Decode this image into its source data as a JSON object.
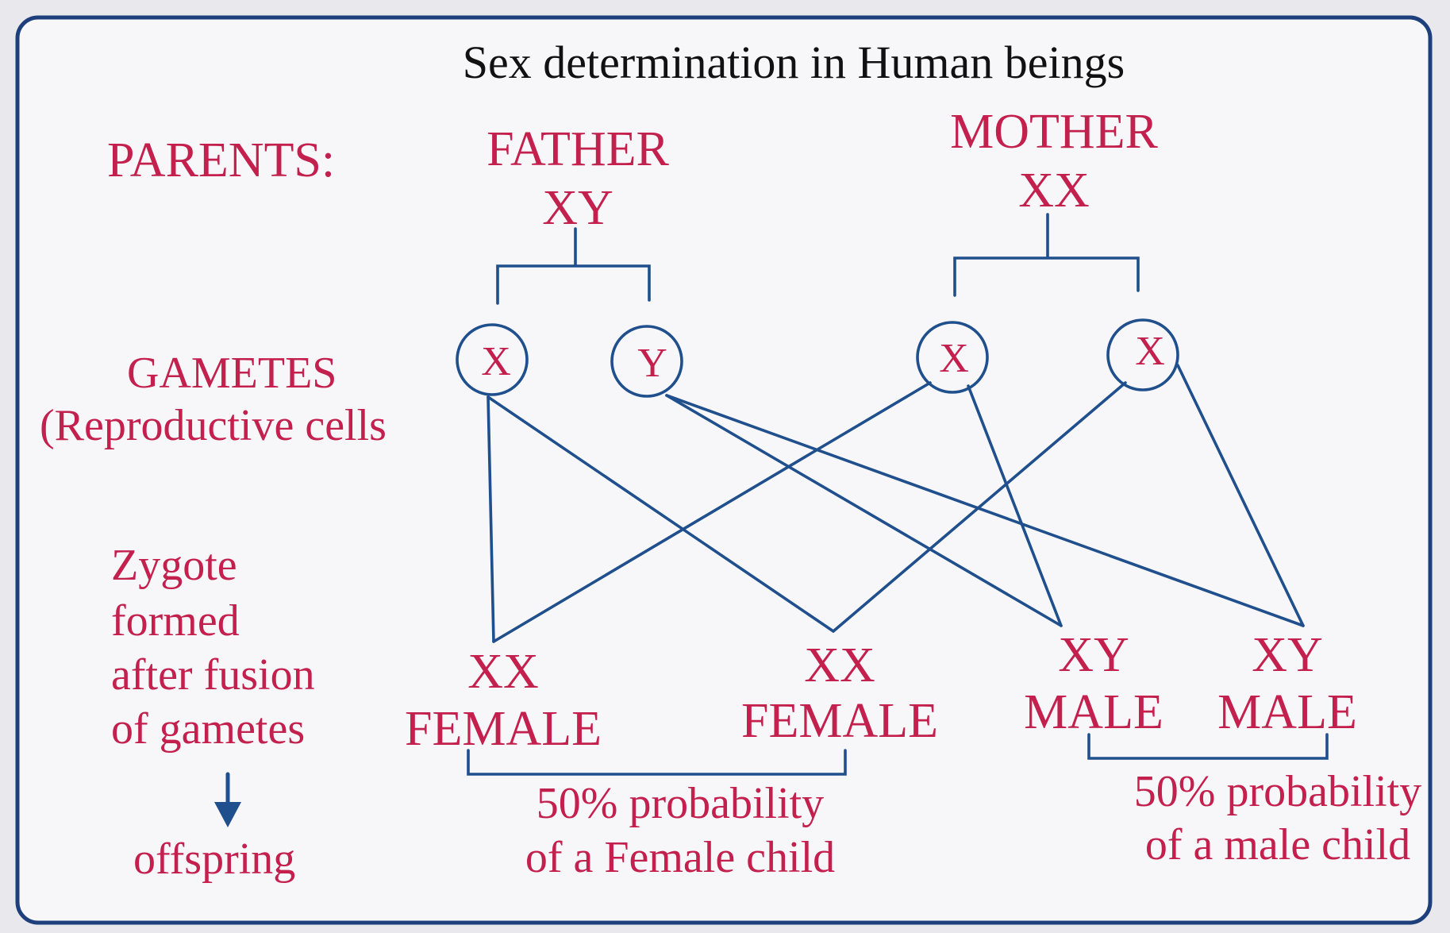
{
  "title": "Sex determination in Human beings",
  "labels": {
    "parents": "PARENTS:",
    "gametes": "GAMETES",
    "reproductive_cells": "(Reproductive cells",
    "zygote_lines": [
      "Zygote",
      "formed",
      "after fusion",
      "of gametes"
    ],
    "offspring": "offspring"
  },
  "parents": {
    "father": {
      "label": "FATHER",
      "genotype": "XY"
    },
    "mother": {
      "label": "MOTHER",
      "genotype": "XX"
    }
  },
  "gametes": [
    "X",
    "Y",
    "X",
    "X"
  ],
  "zygotes": [
    {
      "genotype": "XX",
      "sex": "FEMALE"
    },
    {
      "genotype": "XX",
      "sex": "FEMALE"
    },
    {
      "genotype": "XY",
      "sex": "MALE"
    },
    {
      "genotype": "XY",
      "sex": "MALE"
    }
  ],
  "probabilities": {
    "female": [
      "50% probability",
      "of a Female child"
    ],
    "male": [
      "50% probability",
      "of a male child"
    ]
  },
  "colors": {
    "text_red": "#c4204e",
    "line_blue": "#1f4f8c",
    "frame": "#1d3f7c",
    "title": "#111111"
  }
}
